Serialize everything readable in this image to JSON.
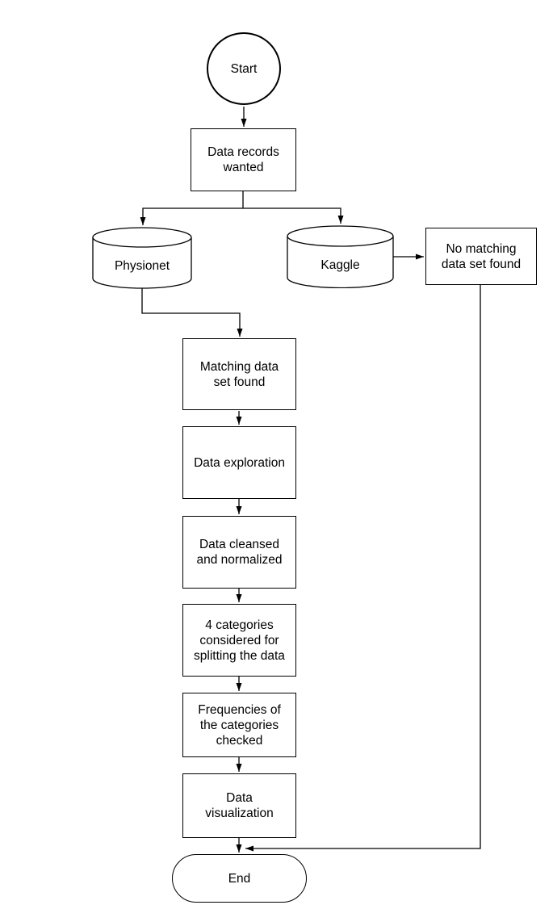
{
  "diagram": {
    "type": "flowchart",
    "background": "#ffffff",
    "stroke_color": "#000000",
    "text_color": "#000000",
    "nodes": {
      "start": {
        "shape": "circle",
        "label": "Start",
        "lines": [
          "Start"
        ]
      },
      "data_records_wanted": {
        "shape": "rectangle",
        "label": "Data records wanted",
        "lines": [
          "Data records",
          "wanted"
        ]
      },
      "physionet": {
        "shape": "cylinder",
        "label": "Physionet",
        "lines": [
          "Physionet"
        ]
      },
      "kaggle": {
        "shape": "cylinder",
        "label": "Kaggle",
        "lines": [
          "Kaggle"
        ]
      },
      "no_matching": {
        "shape": "rectangle",
        "label": "No matching data set found",
        "lines": [
          "No matching",
          "data set found"
        ]
      },
      "matching": {
        "shape": "rectangle",
        "label": "Matching data set found",
        "lines": [
          "Matching data",
          "set found"
        ]
      },
      "data_exploration": {
        "shape": "rectangle",
        "label": "Data exploration",
        "lines": [
          "Data exploration"
        ]
      },
      "data_cleansed": {
        "shape": "rectangle",
        "label": "Data cleansed and normalized",
        "lines": [
          "Data cleansed",
          "and normalized"
        ]
      },
      "four_categories": {
        "shape": "rectangle",
        "label": "4 categories considered for splitting the data",
        "lines": [
          "4 categories",
          "considered for",
          "splitting the data"
        ]
      },
      "frequencies": {
        "shape": "rectangle",
        "label": "Frequencies of the categories checked",
        "lines": [
          "Frequencies of",
          "the categories",
          "checked"
        ]
      },
      "data_visualization": {
        "shape": "rectangle",
        "label": "Data visualization",
        "lines": [
          "Data",
          "visualization"
        ]
      },
      "end": {
        "shape": "terminator",
        "label": "End",
        "lines": [
          "End"
        ]
      }
    },
    "edges": [
      {
        "from": "start",
        "to": "data_records_wanted"
      },
      {
        "from": "data_records_wanted",
        "to": "physionet"
      },
      {
        "from": "data_records_wanted",
        "to": "kaggle"
      },
      {
        "from": "kaggle",
        "to": "no_matching"
      },
      {
        "from": "physionet",
        "to": "matching"
      },
      {
        "from": "matching",
        "to": "data_exploration"
      },
      {
        "from": "data_exploration",
        "to": "data_cleansed"
      },
      {
        "from": "data_cleansed",
        "to": "four_categories"
      },
      {
        "from": "four_categories",
        "to": "frequencies"
      },
      {
        "from": "frequencies",
        "to": "data_visualization"
      },
      {
        "from": "data_visualization",
        "to": "end"
      },
      {
        "from": "no_matching",
        "to": "end"
      }
    ]
  }
}
